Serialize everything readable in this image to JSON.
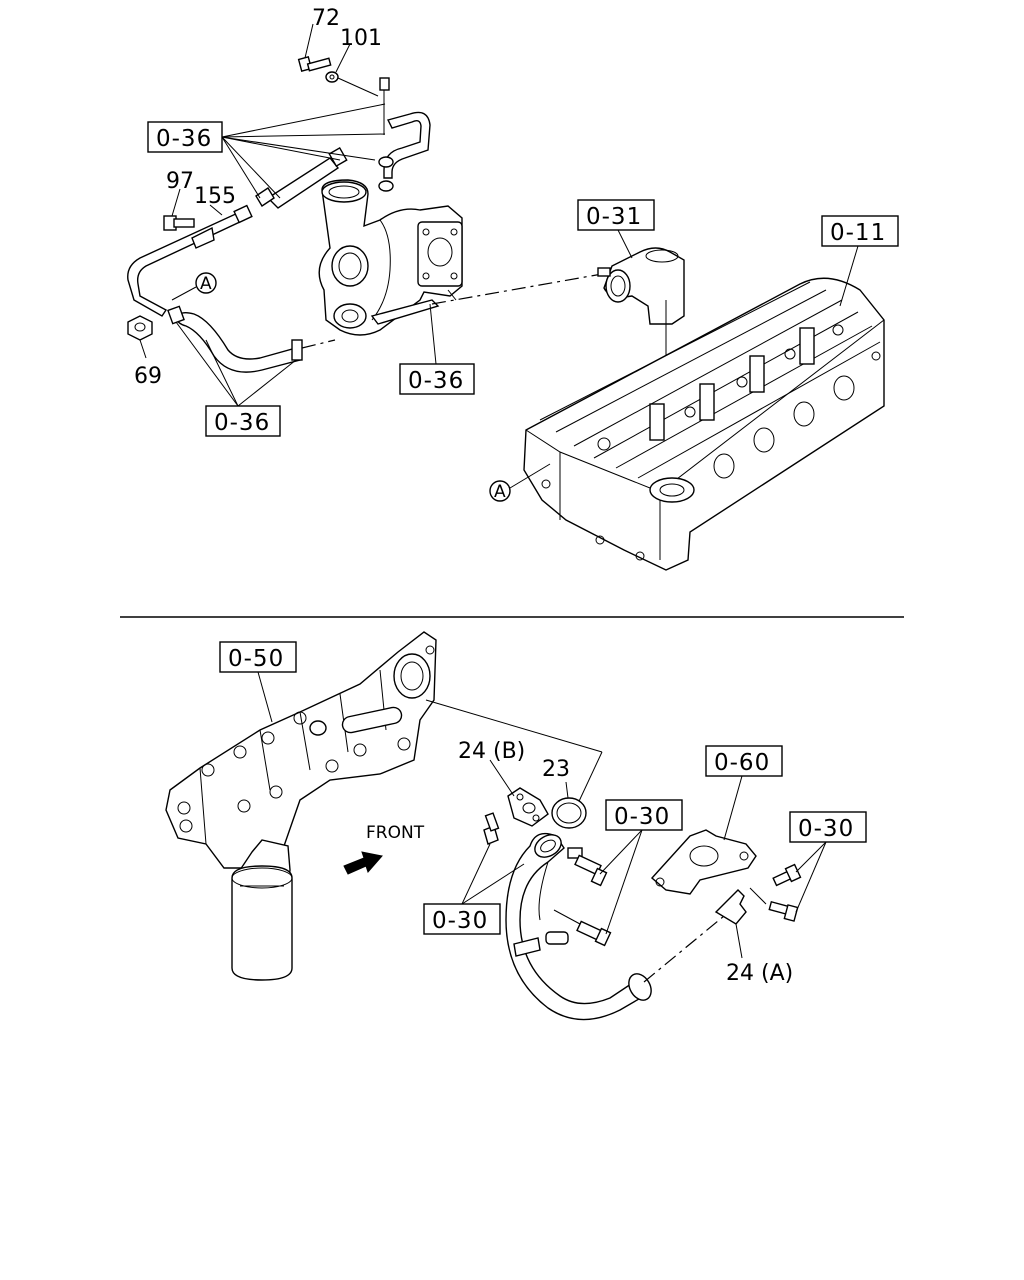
{
  "top_section": {
    "callouts": {
      "p72": "72",
      "p101": "101",
      "p97": "97",
      "p155": "155",
      "p69": "69",
      "marker_a_pipe": "A",
      "marker_a_head": "A"
    },
    "refs": {
      "turbo_oil_lines": "0-36",
      "thermostat_housing": "0-31",
      "cylinder_head": "0-11",
      "turbo_lower": "0-36",
      "oil_return": "0-36"
    }
  },
  "bottom_section": {
    "callouts": {
      "p24b": "24 (B)",
      "p23": "23",
      "p24a": "24 (A)"
    },
    "refs": {
      "oil_cooler": "0-50",
      "bracket": "0-60",
      "bolts_mid": "0-30",
      "bolts_right": "0-30",
      "bolts_left": "0-30"
    },
    "direction_label": "FRONT"
  }
}
